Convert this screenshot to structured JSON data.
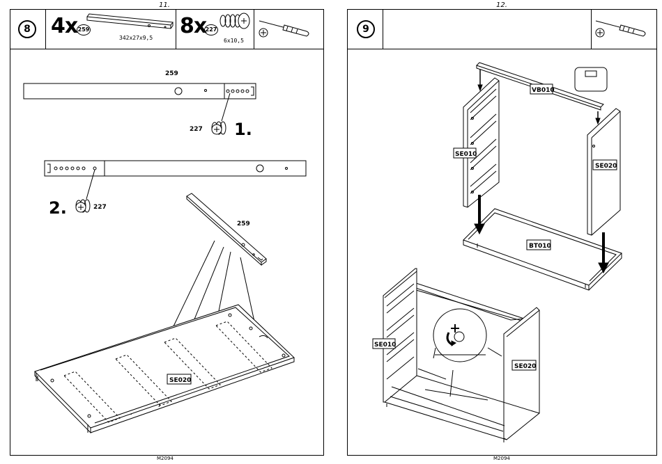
{
  "left_page": {
    "page_number": "11.",
    "step": "8",
    "parts": [
      {
        "qty": "4x",
        "part": "259",
        "dimensions": "342x27x9,5"
      },
      {
        "qty": "8x",
        "part": "227",
        "dimensions": "6x10,5"
      }
    ],
    "labels": {
      "top_rail": "259",
      "connector_1": "227",
      "order_1": "1.",
      "order_2": "2.",
      "connector_2": "227",
      "rail_iso": "259",
      "panel": "SE020"
    },
    "footer": "M2094"
  },
  "right_page": {
    "page_number": "12.",
    "step": "9",
    "labels": {
      "back_rail": "VB010",
      "left_side": "SE010",
      "right_side": "SE020",
      "bottom": "BT010",
      "left_side_b": "SE010",
      "right_side_b": "SE020"
    },
    "footer": "M2094"
  },
  "icons": [
    "screwdriver-icon",
    "phillips-screw-icon",
    "cam-connector-icon",
    "rail-icon",
    "glove-icon"
  ]
}
